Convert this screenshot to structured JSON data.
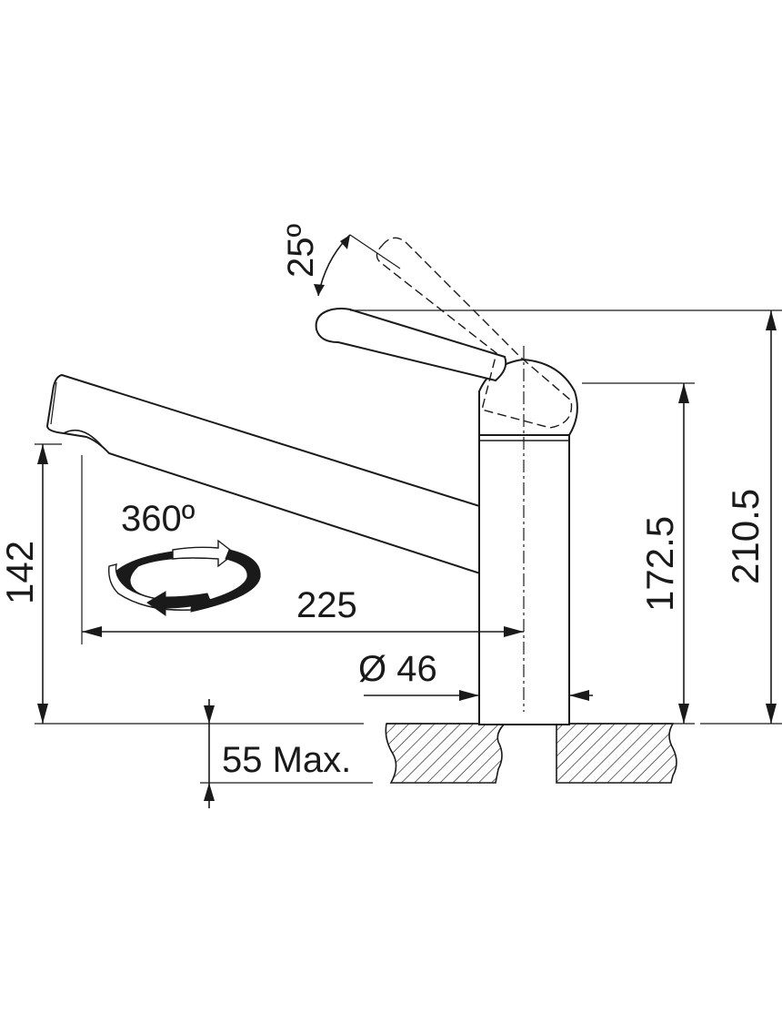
{
  "dimensions": {
    "lever_tilt": "25º",
    "rotation": "360º",
    "spout_reach": "225",
    "spout_height": "142",
    "body_height": "172.5",
    "total_height": "210.5",
    "body_diameter": "Ø 46",
    "deck_thickness": "55 Max."
  },
  "colors": {
    "ink": "#1a1a1a",
    "paper": "#ffffff"
  },
  "icons": {
    "rotation": "rotation-arrow-icon"
  }
}
